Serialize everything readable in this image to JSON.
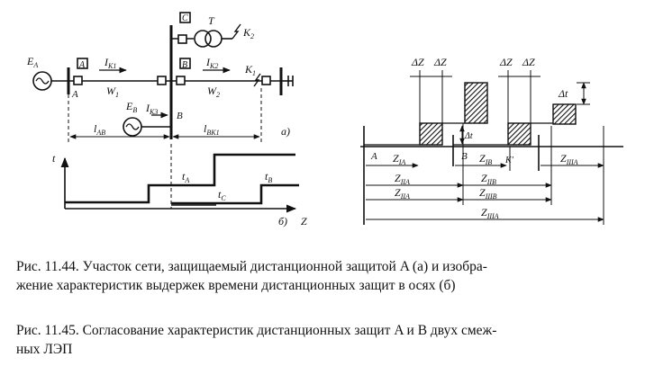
{
  "fig44": {
    "source_label": "E",
    "source_sub": "A",
    "source2_label": "E",
    "source2_sub": "B",
    "relay_a": "A",
    "relay_b": "B",
    "relay_c": "C",
    "node_a": "A",
    "node_b": "B",
    "transformer": "T",
    "fault_k2_top": "K",
    "fault_k2_top_sub": "2",
    "i_k1": "I",
    "i_k1_sub": "K1",
    "i_k2": "I",
    "i_k2_sub": "K2",
    "i_k3": "I",
    "i_k3_sub": "K3",
    "w1": "W",
    "w1_sub": "1",
    "w2": "W",
    "w2_sub": "2",
    "fault_k1": "K",
    "fault_k1_sub": "1",
    "l_ab": "l",
    "l_ab_sub": "AB",
    "l_bk1": "l",
    "l_bk1_sub": "BK1",
    "panel_a": "а)",
    "panel_b": "б)",
    "t_axis": "t",
    "z_axis": "Z",
    "t_a": "t",
    "t_a_sub": "A",
    "t_c": "t",
    "t_c_sub": "C",
    "t_b": "t",
    "t_b_sub": "B"
  },
  "fig45": {
    "dz": "ΔZ",
    "dt": "Δt",
    "label_a": "A",
    "label_b": "B",
    "k_prime": "K'",
    "z_ia": "Z",
    "z_ia_sub": "IA",
    "z_ib": "Z",
    "z_ib_sub": "IB",
    "z_iiia_top": "Z",
    "z_iiia_top_sub": "IIIA",
    "z_iia": "Z",
    "z_iia_sub": "IIA",
    "z_iib": "Z",
    "z_iib_sub": "IIB",
    "z_iia2": "Z",
    "z_iia2_sub": "IIA",
    "z_iiib": "Z",
    "z_iiib_sub": "IIIB",
    "z_iiia": "Z",
    "z_iiia_sub": "IIIA"
  },
  "captions": {
    "fig44_line1": "Рис. 11.44. Участок сети, защищаемый дистанционной защитой A (a) и изобра-",
    "fig44_line2": "жение характеристик выдержек времени дистанционных защит в осях (б)",
    "fig45_line1": "Рис. 11.45. Согласование характеристик дистанционных защит A и B двух смеж-",
    "fig45_line2": "ных ЛЭП"
  }
}
